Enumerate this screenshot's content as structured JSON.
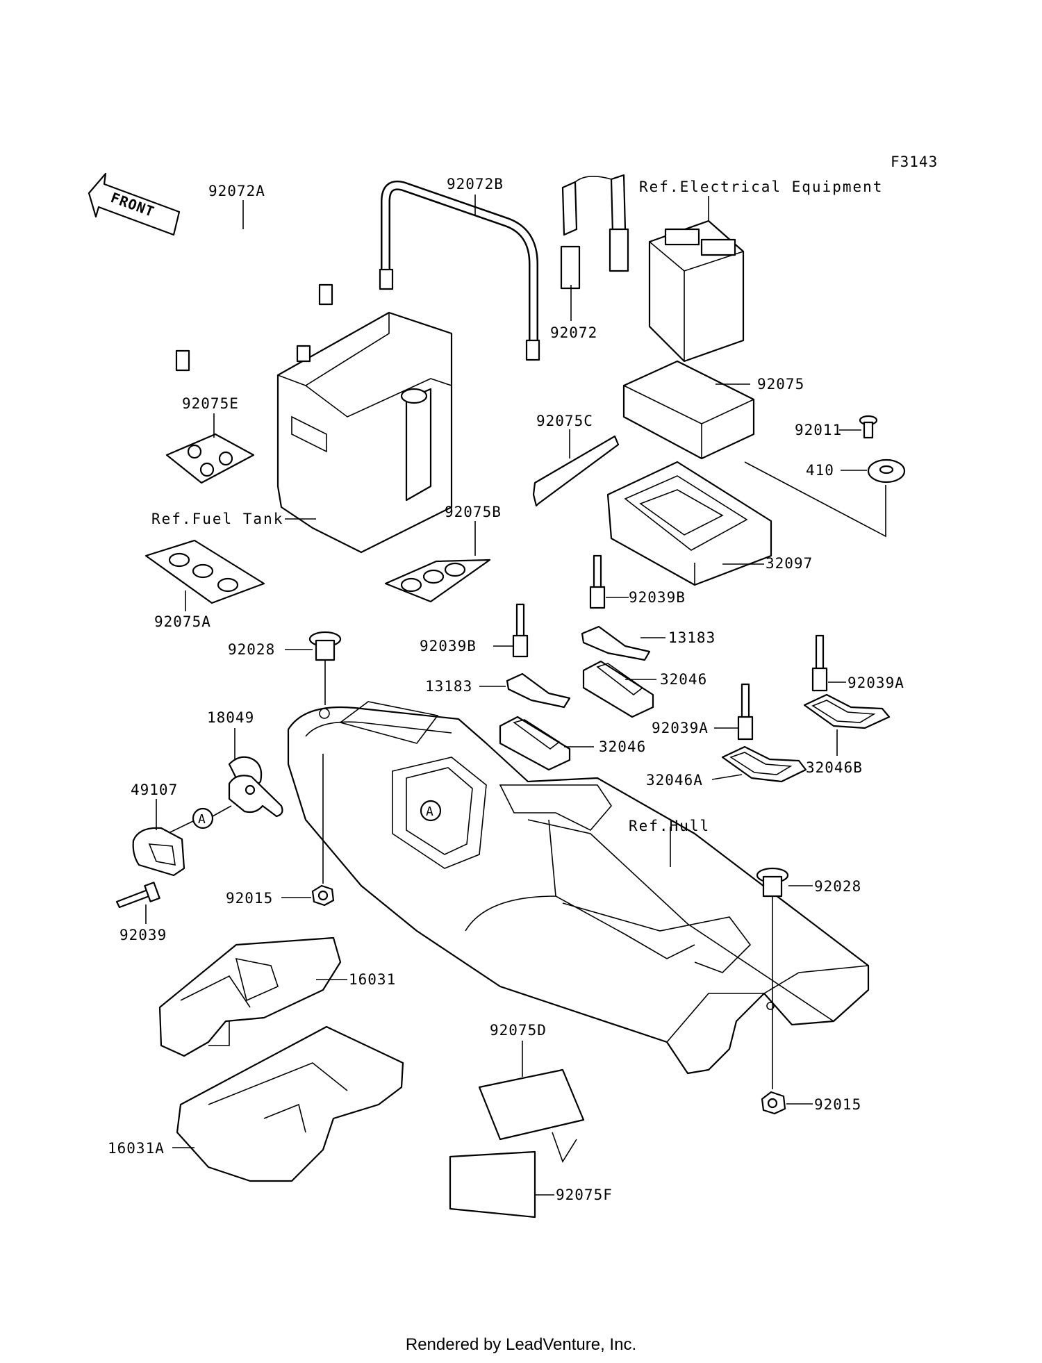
{
  "figure_code": "F3143",
  "front_label": "FRONT",
  "circle_ref": "A",
  "parts": {
    "p92072A": "92072A",
    "p92072B": "92072B",
    "p92072": "92072",
    "p92075E": "92075E",
    "p92075": "92075",
    "p92011": "92011",
    "p410": "410",
    "p92075C": "92075C",
    "p92075B": "92075B",
    "p92075A": "92075A",
    "p32097": "32097",
    "p92039B_a": "92039B",
    "p92039B_b": "92039B",
    "p13183_a": "13183",
    "p13183_b": "13183",
    "p32046_a": "32046",
    "p32046_b": "32046",
    "p92039A_a": "92039A",
    "p92039A_b": "92039A",
    "p32046B": "32046B",
    "p32046A": "32046A",
    "p92028_a": "92028",
    "p92028_b": "92028",
    "p18049": "18049",
    "p49107": "49107",
    "p92015_a": "92015",
    "p92015_b": "92015",
    "p92039": "92039",
    "p16031": "16031",
    "p16031A": "16031A",
    "p92075D": "92075D",
    "p92075F": "92075F"
  },
  "refs": {
    "electrical": "Ref.Electrical Equipment",
    "fuel_tank": "Ref.Fuel Tank",
    "hull": "Ref.Hull"
  },
  "footer": "Rendered by LeadVenture, Inc."
}
